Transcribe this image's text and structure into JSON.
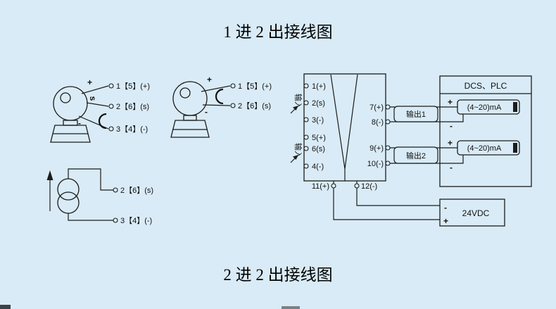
{
  "colors": {
    "background": "#d9ebf6",
    "line": "#1c1c1c"
  },
  "titles": {
    "top": "1 进 2 出接线图",
    "bottom": "2 进 2 出接线图"
  },
  "transmitter1": {
    "marks": {
      "plus": "+",
      "s": "s",
      "minus": "-"
    },
    "terminals": [
      "1【5】(+)",
      "2【6】(s)",
      "3【4】(-)"
    ]
  },
  "transmitter2": {
    "marks": {
      "plus": "+",
      "minus": "-"
    },
    "terminals": [
      "1【5】(+)",
      "2【6】(s)"
    ]
  },
  "current_source": {
    "terminals": [
      "2【6】(s)",
      "3【4】(-)"
    ]
  },
  "isolator": {
    "input_labels": [
      "输入",
      "输入"
    ],
    "left_terminals": [
      "1(+)",
      "2(s)",
      "3(-)",
      "5(+)",
      "6(s)",
      "4(-)"
    ],
    "right_terminals": [
      "7(+)",
      "8(-)",
      "9(+)",
      "10(-)"
    ],
    "bottom_terminals": [
      "11(+)",
      "12(-)"
    ],
    "output_labels": [
      "输出1",
      "输出2"
    ]
  },
  "dcs": {
    "title": "DCS、PLC",
    "meters": [
      {
        "label": "(4~20)mA",
        "plus": "+",
        "minus": "-"
      },
      {
        "label": "(4~20)mA",
        "plus": "+",
        "minus": "-"
      }
    ]
  },
  "power": {
    "label": "24VDC",
    "minus": "-",
    "plus": "+"
  }
}
